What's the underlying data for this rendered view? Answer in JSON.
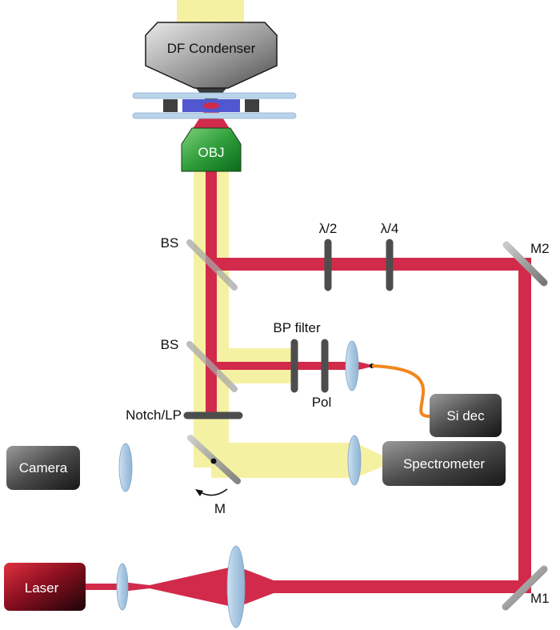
{
  "diagram": {
    "type": "optical-setup-schematic",
    "labels": {
      "condenser": "DF Condenser",
      "objective": "OBJ",
      "beamsplitter_1": "BS",
      "beamsplitter_2": "BS",
      "half_waveplate": "λ/2",
      "quarter_waveplate": "λ/4",
      "mirror_2": "M2",
      "mirror_1": "M1",
      "bp_filter": "BP filter",
      "polarizer": "Pol",
      "notch_filter": "Notch/LP",
      "flip_mirror": "M",
      "si_detector": "Si dec",
      "spectrometer": "Spectrometer",
      "camera": "Camera",
      "laser": "Laser"
    },
    "colors": {
      "laser_beam": "#d22a4a",
      "scattered_beam": "#f5f1a2",
      "fiber": "#f2871d",
      "lens": "#a9c8e2",
      "sample": "#5157d0",
      "objective_green": "#2f9e3a",
      "optic_bar": "#4d4d4d",
      "mirror": "#9a9a9a"
    }
  }
}
